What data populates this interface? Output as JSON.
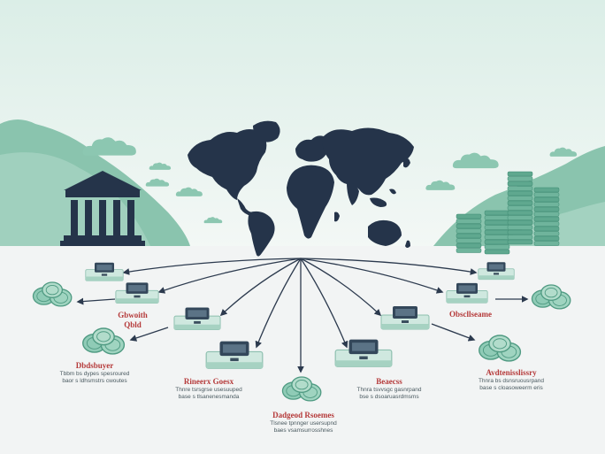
{
  "palette": {
    "sky_top": "#dff0ea",
    "sky_bottom": "#f4f8f6",
    "ground": "#f2f4f4",
    "hills": "#7fbfa5",
    "hills_light": "#a9d6c4",
    "map": "#25344a",
    "arrow": "#2c3a4e",
    "accent_text": "#b53a3a",
    "terminal": "#cfe8df",
    "coin": "#5fa88f"
  },
  "icons": {
    "bank": "bank-building-icon",
    "coin_stack": "coin-stack-icon",
    "world": "world-map-icon",
    "terminal": "payment-terminal-icon",
    "coin_cluster": "coin-cluster-icon",
    "cloud": "cloud-icon"
  },
  "labels": [
    {
      "id": "left-upper",
      "title": "Gbwoith",
      "sub": "Qbld"
    },
    {
      "id": "left-lower",
      "title": "Dbdsbuyer",
      "sub": "Tbbm bs dypes spesroured\nbaor s ldhsmstrs cwoutes"
    },
    {
      "id": "center-left",
      "title": "Rineerx Goesx",
      "sub": "Thnre tsrsgrse usesuuped\nbase s tlsanenesmanda"
    },
    {
      "id": "center",
      "title": "Dadgeod Rsoemes",
      "sub": "Tlsnee tpnnger usersupnd\nbaes vsamsurrosshnes"
    },
    {
      "id": "center-right",
      "title": "Beaecss",
      "sub": "Thnra tsvvsgc gasnrpand\nbse s dsoaruasrdmsms"
    },
    {
      "id": "right-upper",
      "title": "Obscllseame",
      "sub": ""
    },
    {
      "id": "right-lower",
      "title": "Avdtenisslissry",
      "sub": "Thnra bs dsnsruousrpand\nbase s cloasoweerm eris"
    }
  ]
}
